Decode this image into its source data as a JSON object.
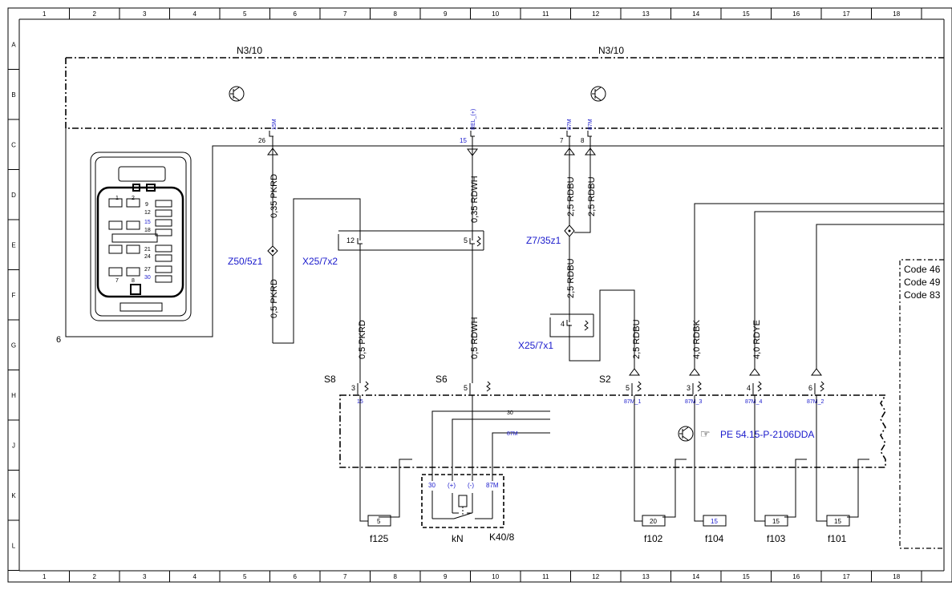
{
  "grid": {
    "columns": [
      "1",
      "2",
      "3",
      "4",
      "5",
      "6",
      "7",
      "8",
      "9",
      "10",
      "11",
      "12",
      "13",
      "14",
      "15",
      "16",
      "17",
      "18"
    ],
    "rows": [
      "A",
      "B",
      "C",
      "D",
      "E",
      "F",
      "G",
      "H",
      "J",
      "K",
      "L"
    ]
  },
  "modules": {
    "left_title": "N3/10",
    "right_title": "N3/10",
    "connector_number": "6",
    "connector_pins": [
      "1",
      "2",
      "9",
      "12",
      "15",
      "18",
      "21",
      "24",
      "27",
      "30",
      "7",
      "8"
    ]
  },
  "top_pins": {
    "p26": {
      "num": "26",
      "name": "15M"
    },
    "p15": {
      "num": "15",
      "name": "REL_(+)"
    },
    "p7": {
      "num": "7",
      "name": "87M"
    },
    "p8": {
      "num": "8",
      "name": "87M"
    }
  },
  "wires": {
    "w1": "0,35 PKRD",
    "w2": "0,35 RDWH",
    "w3": "2,5 RDBU",
    "w4": "2,5 RDBU",
    "w5": "2,5 RDBU",
    "w6": "0,5 PKRD",
    "w7": "0,5 PKRD",
    "w8": "0,5 RDWH",
    "w9": "2,5 RDBU",
    "w10": "4,0 RDBK",
    "w11": "4,0 RDYE"
  },
  "connectors": {
    "z50": "Z50/5z1",
    "x25_7x2": "X25/7x2",
    "z7": "Z7/35z1",
    "x25_7x1": "X25/7x1",
    "x25_pin_12": "12",
    "x25_pin_5": "5",
    "x25_7x1_pin": "4"
  },
  "lower_box": {
    "s8": "S8",
    "s6": "S6",
    "s2": "S2",
    "s8_pin": "3",
    "s8_name": "15",
    "s6_pin": "5",
    "s2_pins": [
      {
        "num": "5",
        "name": "87M_1"
      },
      {
        "num": "3",
        "name": "87M_3"
      },
      {
        "num": "4",
        "name": "87M_4"
      },
      {
        "num": "6",
        "name": "87M_2"
      }
    ],
    "internal_30": "30",
    "internal_87m": "87M",
    "reference": "PE 54.15-P-2106DDA"
  },
  "relay": {
    "pin_30": "30",
    "pin_plus": "(+)",
    "pin_minus": "(-)",
    "pin_87m": "87M",
    "label": "kN",
    "name": "K40/8"
  },
  "fuses": [
    {
      "rating": "5",
      "name": "f125"
    },
    {
      "rating": "20",
      "name": "f102"
    },
    {
      "rating": "15",
      "name": "f104"
    },
    {
      "rating": "15",
      "name": "f103"
    },
    {
      "rating": "15",
      "name": "f101"
    }
  ],
  "codes": [
    "Code 46",
    "Code 49",
    "Code 83"
  ]
}
